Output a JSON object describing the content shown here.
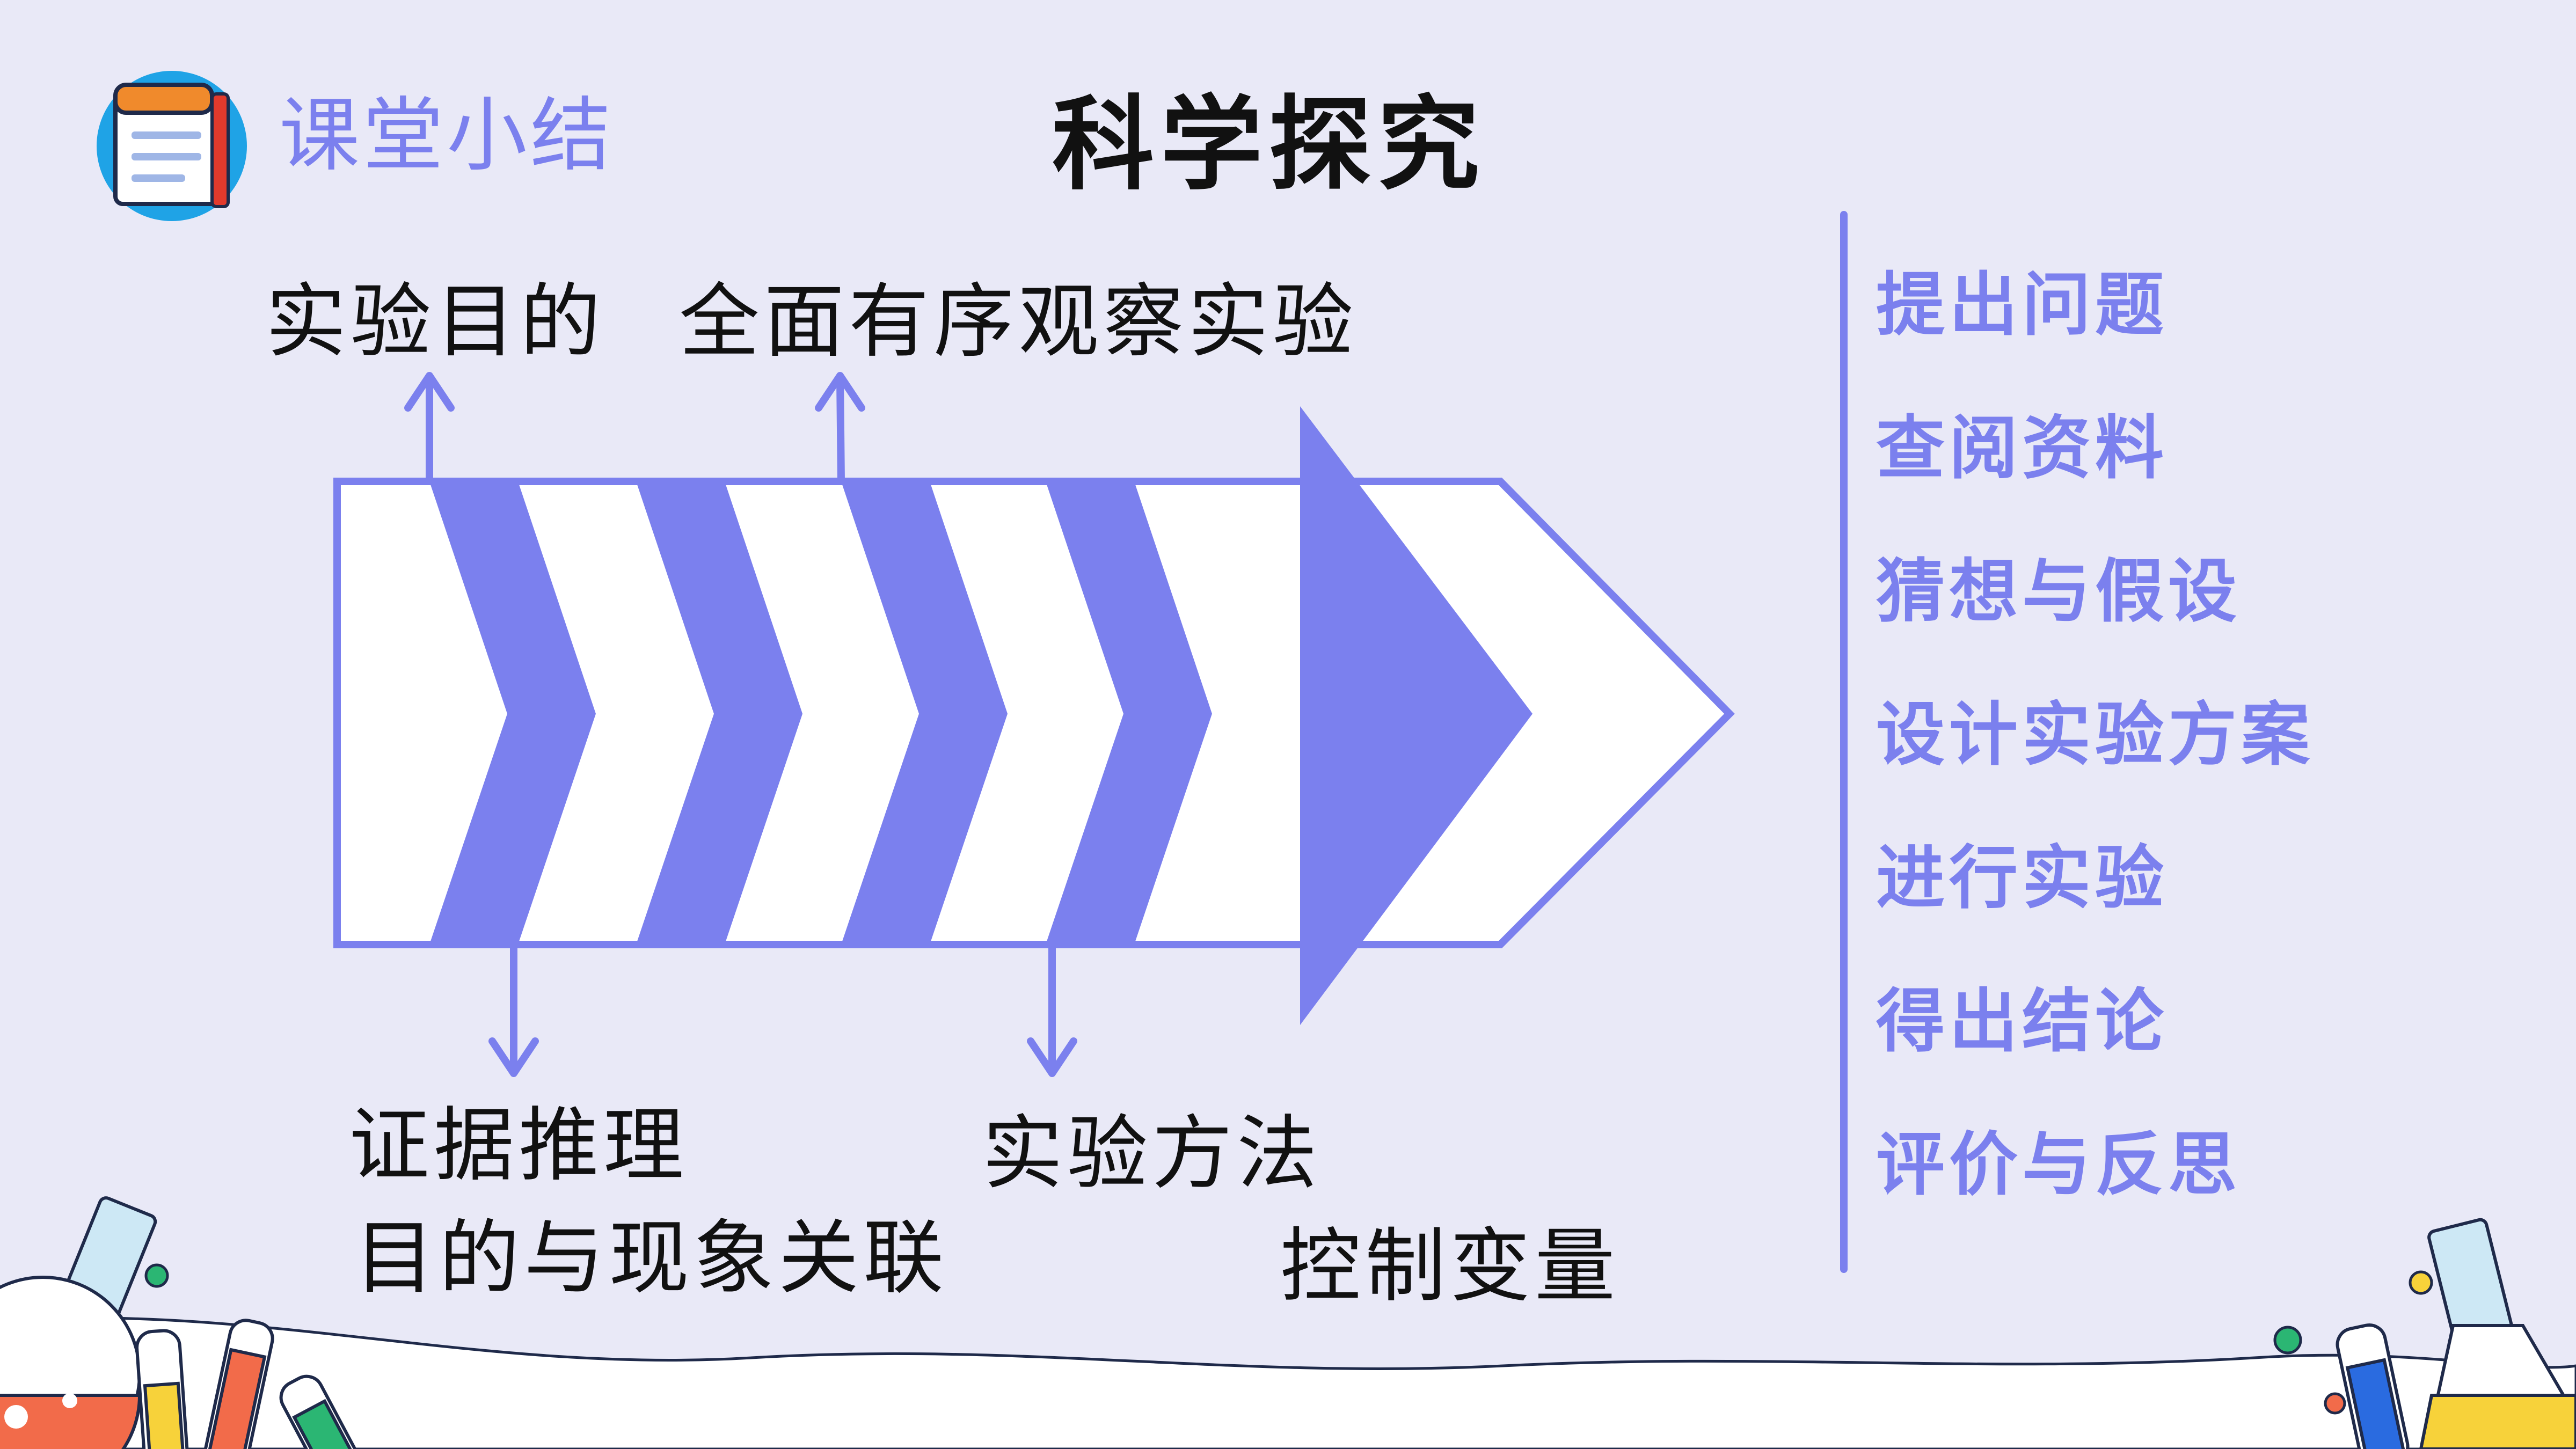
{
  "header": {
    "badge_label": "课堂小结",
    "title": "科学探究"
  },
  "diagram": {
    "top_labels": [
      "实验目的",
      "全面有序观察实验"
    ],
    "bottom_left_labels": [
      "证据推理",
      "目的与现象关联"
    ],
    "bottom_right_labels": [
      "实验方法",
      "控制变量"
    ]
  },
  "steps": [
    "提出问题",
    "查阅资料",
    "猜想与假设",
    "设计实验方案",
    "进行实验",
    "得出结论",
    "评价与反思"
  ],
  "colors": {
    "accent": "#7b80ee",
    "background": "#e9e9f7",
    "text": "#111111"
  },
  "icons": [
    "notebook-icon",
    "flask-icon",
    "test-tube-icon"
  ]
}
